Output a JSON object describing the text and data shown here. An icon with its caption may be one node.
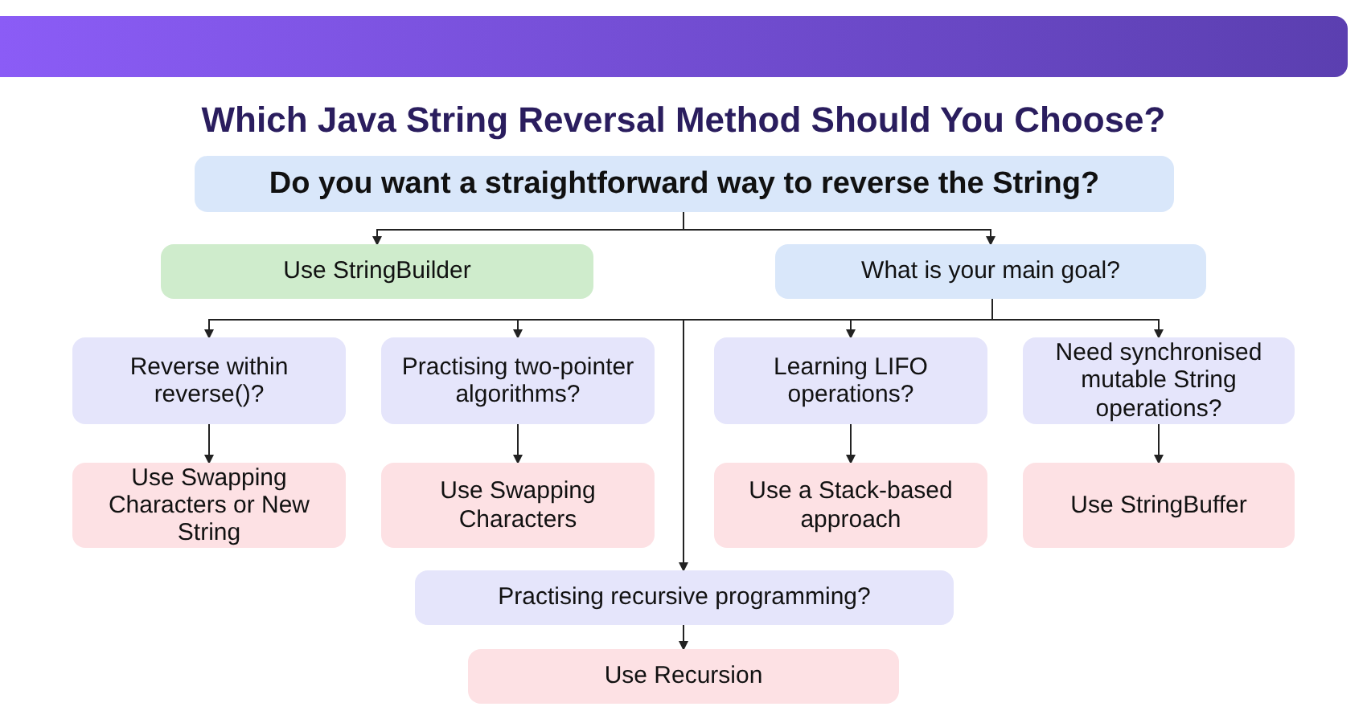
{
  "diagram": {
    "title": "Which Java String Reversal Method Should You Choose?",
    "nodes": [
      {
        "text": [
          "Do you want a straightforward way to reverse the String?"
        ]
      },
      {
        "text": [
          "Use StringBuilder"
        ]
      },
      {
        "text": [
          "What is your main goal?"
        ]
      },
      {
        "text": [
          "Reverse within reverse()?"
        ]
      },
      {
        "text": [
          "Practising two-pointer algorithms?"
        ]
      },
      {
        "text": [
          "Learning LIFO operations?"
        ]
      },
      {
        "text": [
          "Need synchronised mutable String operations?"
        ]
      },
      {
        "text": [
          "Use Swapping Characters or New String"
        ]
      },
      {
        "text": [
          "Use Swapping Characters"
        ]
      },
      {
        "text": [
          "Use a Stack-based approach"
        ]
      },
      {
        "text": [
          "Use StringBuffer"
        ]
      },
      {
        "text": [
          "Practising recursive programming?"
        ]
      },
      {
        "text": [
          "Use Recursion"
        ]
      }
    ],
    "edges": [
      {
        "from": 0,
        "to": 1,
        "arrow": "to"
      },
      {
        "from": 0,
        "to": 2,
        "arrow": "to"
      },
      {
        "from": 2,
        "to": 3,
        "arrow": "to"
      },
      {
        "from": 2,
        "to": 4,
        "arrow": "to"
      },
      {
        "from": 2,
        "to": 11,
        "arrow": "to"
      },
      {
        "from": 2,
        "to": 5,
        "arrow": "to"
      },
      {
        "from": 2,
        "to": 6,
        "arrow": "to"
      },
      {
        "from": 3,
        "to": 7,
        "arrow": "to"
      },
      {
        "from": 4,
        "to": 8,
        "arrow": "to"
      },
      {
        "from": 5,
        "to": 9,
        "arrow": "to"
      },
      {
        "from": 6,
        "to": 10,
        "arrow": "to"
      },
      {
        "from": 11,
        "to": 12,
        "arrow": "to"
      }
    ]
  }
}
